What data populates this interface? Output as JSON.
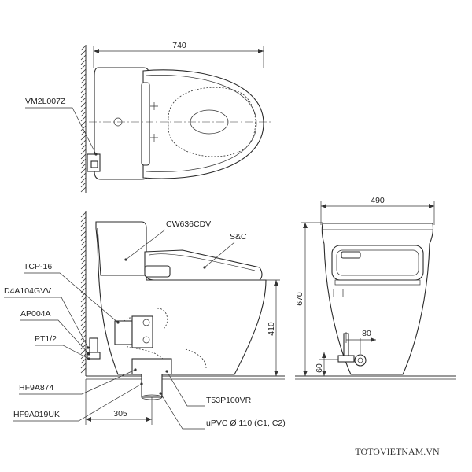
{
  "dimensions": {
    "top_width": "740",
    "front_width": "490",
    "height": "670",
    "seat_height": "410",
    "rough_in": "305",
    "supply_offset": "80",
    "supply_height": "60"
  },
  "parts": {
    "seat_top": "VM2L007Z",
    "seat_side": "CW636CDV",
    "s_and_c": "S&C",
    "tcp": "TCP-16",
    "d4a": "D4A104GVV",
    "ap004a": "AP004A",
    "pt": "PT1/2",
    "hf9a874": "HF9A874",
    "hf9a019uk": "HF9A019UK",
    "t53p": "T53P100VR",
    "upvc": "uPVC Ø 110 (C1, C2)"
  },
  "watermark": "TOTOVIETNAM.VN"
}
